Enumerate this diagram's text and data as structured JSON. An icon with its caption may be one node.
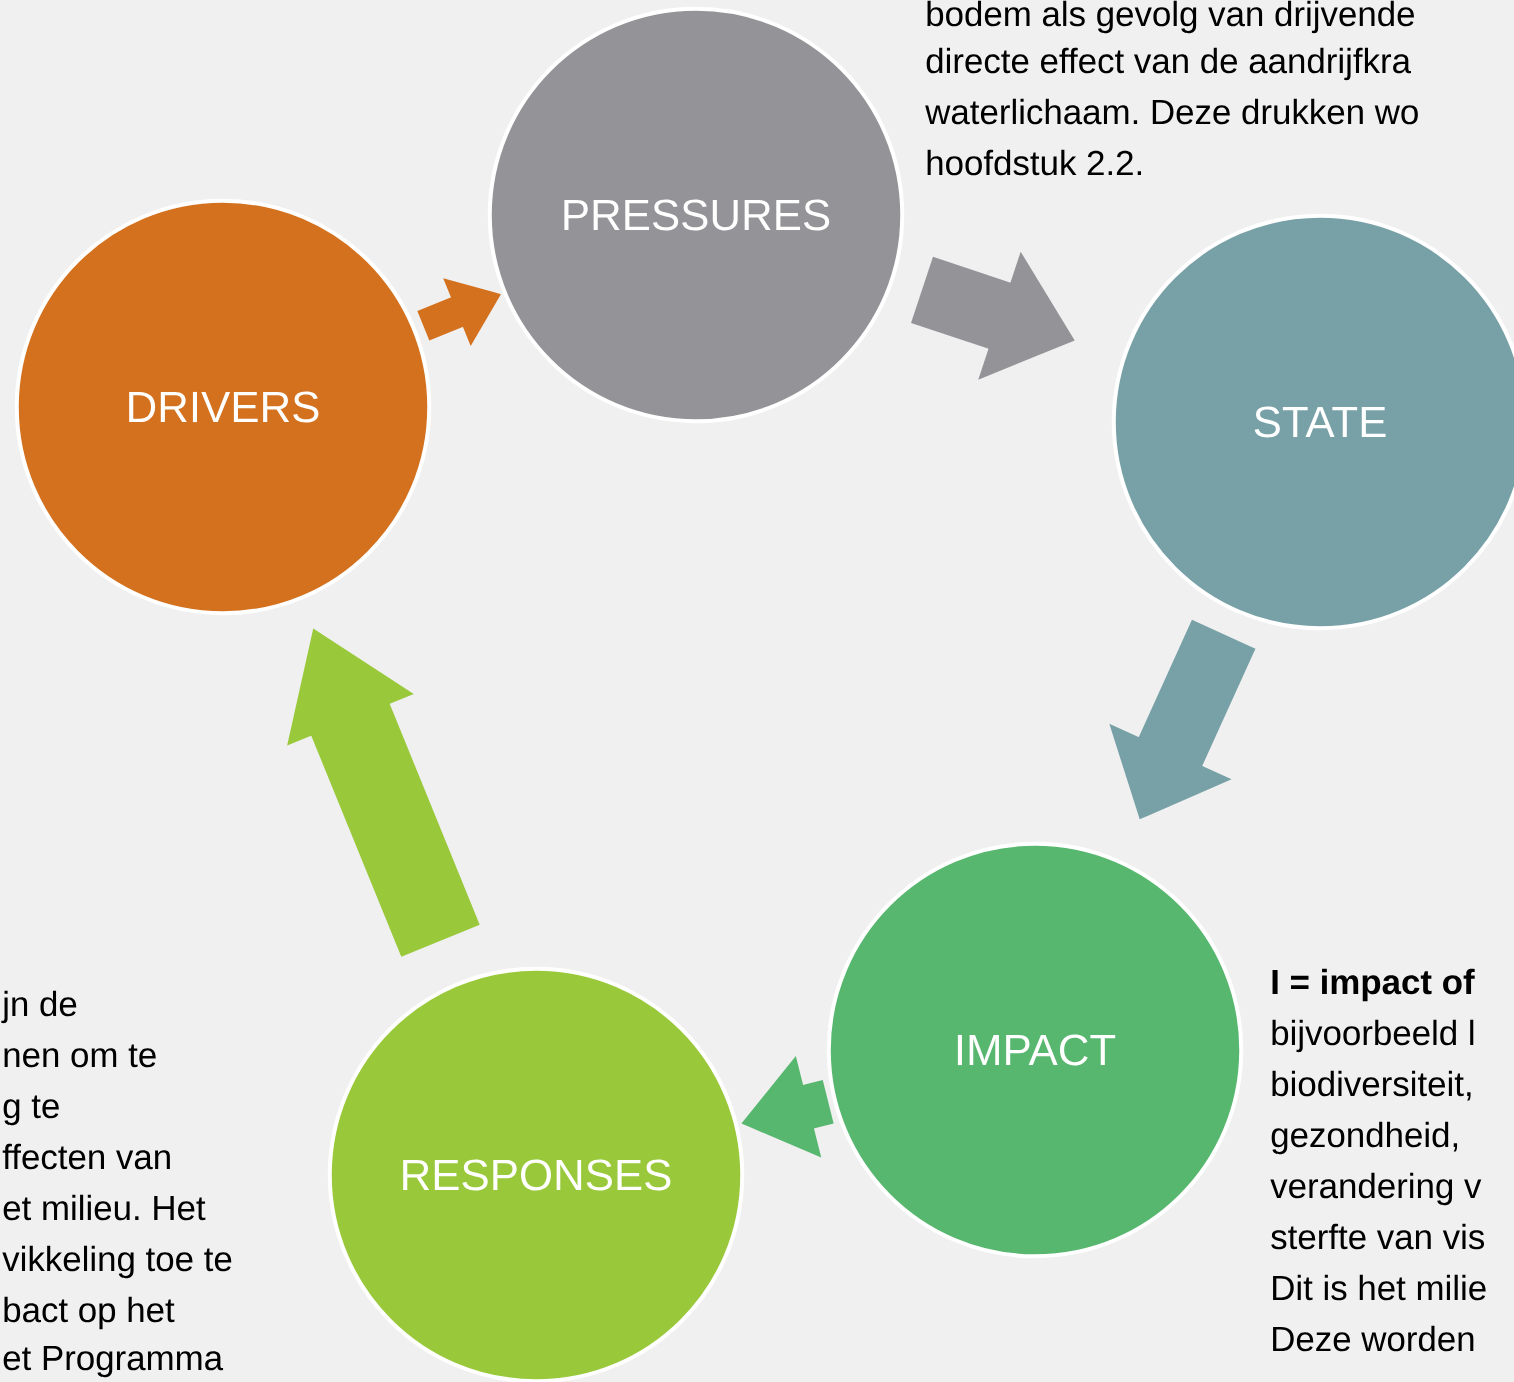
{
  "diagram": {
    "nodes": [
      {
        "text": [
          "PRESSURES"
        ]
      },
      {
        "text": [
          "DRIVERS"
        ]
      },
      {
        "text": [
          "STATE"
        ]
      },
      {
        "text": [
          "IMPACT"
        ]
      },
      {
        "text": [
          "RESPONSES"
        ]
      }
    ],
    "edges": [
      {
        "from": 1,
        "to": 0,
        "arrow": "to",
        "color": "#d4711e"
      },
      {
        "from": 0,
        "to": 2,
        "arrow": "to",
        "color": "#949398"
      },
      {
        "from": 2,
        "to": 3,
        "arrow": "to",
        "color": "#78a1a7"
      },
      {
        "from": 3,
        "to": 4,
        "arrow": "to",
        "color": "#58b76f"
      },
      {
        "from": 4,
        "to": 1,
        "arrow": "to",
        "color": "#99c93a"
      }
    ],
    "labels": [
      "bodem als gevolg van drijvende",
      "directe effect van de aandrijfkra",
      "waterlichaam. Deze drukken wo",
      "hoofdstuk 2.2.",
      "jn de",
      "nen om te",
      "g te",
      "ffecten van",
      "et milieu. Het",
      "vikkeling toe te",
      "bact op het",
      "et Programma",
      "I = impact of",
      "bijvoorbeeld l",
      "biodiversiteit,",
      "gezondheid,",
      "verandering v",
      "sterfte van vis",
      "Dit is het milie",
      "Deze worden"
    ]
  }
}
